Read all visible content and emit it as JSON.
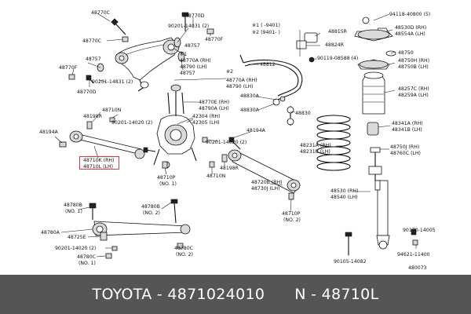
{
  "footer": {
    "text": "TOYOTA - 4871024010      N - 48710L"
  },
  "highlight_color": "#e8323c",
  "footer_bg": "#555555",
  "diagram": {
    "labels": {
      "l48770C_1": "48770C",
      "l48770C_2": "48770C",
      "l48770D_top": "48770D",
      "l48770F_r": "48770F",
      "l90201_14031": "90201-14031 (2)",
      "l48757_a": "48757",
      "l48757_b": "48757",
      "lstar1_a": "※1",
      "l48770A": "48770A (RH)",
      "l48790": "48790 (LH)",
      "l48770F_l": "48770F",
      "l90201_14831": "90201-14831 (2)",
      "l48770D_l": "48770D",
      "ldate1": "※1  (     -9401)",
      "ldate2": "※2  (9401-     )",
      "l48815R": "48815R",
      "l48824R": "48824R",
      "l90119": "90119-08588 (4)",
      "l48812": "48812",
      "lstar2": "※2",
      "l48770A2": "48770A (RH)",
      "l48790_2": "48790 (LH)",
      "l48770E": "48770E (RH)",
      "l48790A": "48790A (LH)",
      "l48830A": "48830A",
      "l48830A_b": "48830A",
      "l48830": "48830",
      "l94118": "94118-40800 (5)",
      "l48530D": "48530D (RH)",
      "l48554A": "48554A (LH)",
      "l48750": "48750",
      "l48750H": "48750H (RH)",
      "l48750B": "48750B (LH)",
      "l48257C": "48257C (RH)",
      "l48259A": "48259A (LH)",
      "l48341A": "48341A (RH)",
      "l48341B": "48341B (LH)",
      "l48750J": "48750J (RH)",
      "l48760C": "48760C (LH)",
      "l48231A": "48231A (RH)",
      "l48231B": "48231B (LH)",
      "l48710N_top": "48710N",
      "l48198R_a": "48198R",
      "l90201_14020_2a": "90201-14020 (2)",
      "l42304": "42304 (RH)",
      "l42305": "42305 (LH)",
      "l48194A_l": "48194A",
      "l48710K": "48710K (RH)",
      "l48710L": "48710L (LH)",
      "l48194A_m": "48194A",
      "l90201_14020_2b": "90201-14020 (2)",
      "l48198R_b": "48198R",
      "l48710N_b": "48710N",
      "l48710P_a": "48710P",
      "l48710P_a2": "(NO. 1)",
      "l48720B": "48720B (RH)",
      "l48730J": "48730J (LH)",
      "l48530": "48530 (RH)",
      "l48540": "48540 (LH)",
      "l48780B_l": "48780B",
      "l48780B_l2": "(NO. 1)",
      "l48780B_m": "48780B",
      "l48780B_m2": "(NO. 2)",
      "l48710P_b": "48710P",
      "l48710P_b2": "(NO. 2)",
      "l48780A": "48780A",
      "l48725E": "48725E",
      "l90201_14020_3": "90201-14020 (2)",
      "l48780C_l": "48780C",
      "l48780C_l2": "(NO. 1)",
      "l48780C_m": "48780C",
      "l48780C_m2": "(NO. 2)",
      "l90170": "90170-14005",
      "l90105": "90105-14082",
      "l94621": "94621-11400",
      "l480073": "480073"
    }
  }
}
